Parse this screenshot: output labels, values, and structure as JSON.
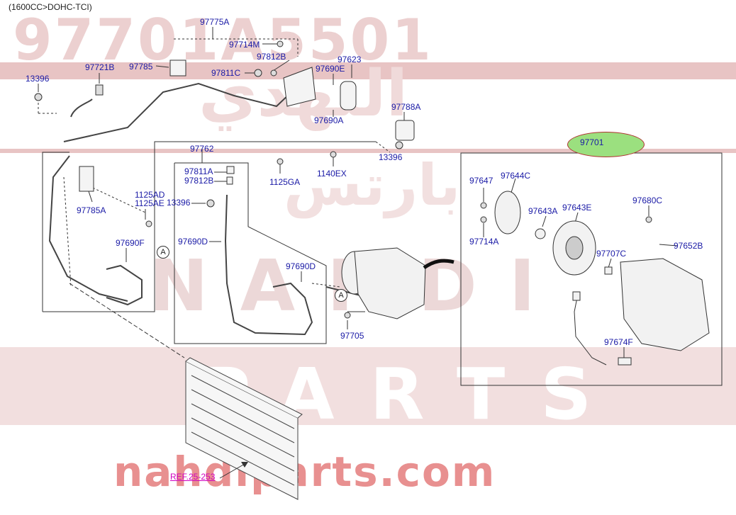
{
  "header": {
    "engine_note": "(1600CC>DOHC-TCI)"
  },
  "watermark": {
    "part_number": "97701A5501",
    "arabic_top": "النهدي",
    "arabic_mid": "بارتس",
    "latin_mid": "NAHDI",
    "latin_low": "PARTS",
    "site": "nahdiparts.com"
  },
  "labels": {
    "p97775A": "97775A",
    "p97714M_top": "97714M",
    "p97812B_top": "97812B",
    "p97785_top": "97785",
    "p97811C": "97811C",
    "p97623": "97623",
    "p97690E": "97690E",
    "p13396_left": "13396",
    "p97721B": "97721B",
    "p97788A": "97788A",
    "p97690A": "97690A",
    "p13396_right": "13396",
    "p1125GA": "1125GA",
    "p1140EX": "1140EX",
    "p97762": "97762",
    "p97811A": "97811A",
    "p97812B_mid": "97812B",
    "p13396_mid": "13396",
    "p97785A": "97785A",
    "p1125AD": "1125AD",
    "p1125AE": "1125AE",
    "p97690D_left": "97690D",
    "p97690F": "97690F",
    "p97690D_right": "97690D",
    "p97705": "97705",
    "p97701": "97701",
    "p97647": "97647",
    "p97644C": "97644C",
    "p97643A": "97643A",
    "p97643E": "97643E",
    "p97680C": "97680C",
    "p97714A": "97714A",
    "p97652B": "97652B",
    "p97707C": "97707C",
    "p97674F": "97674F"
  },
  "callouts": {
    "a1": "A",
    "a2": "A"
  },
  "ref_link": "REF.25-253",
  "colors": {
    "label": "#1a1aa6",
    "ref": "#d000c0",
    "highlight": "#9be07f",
    "watermark": "#e8c4c4"
  }
}
